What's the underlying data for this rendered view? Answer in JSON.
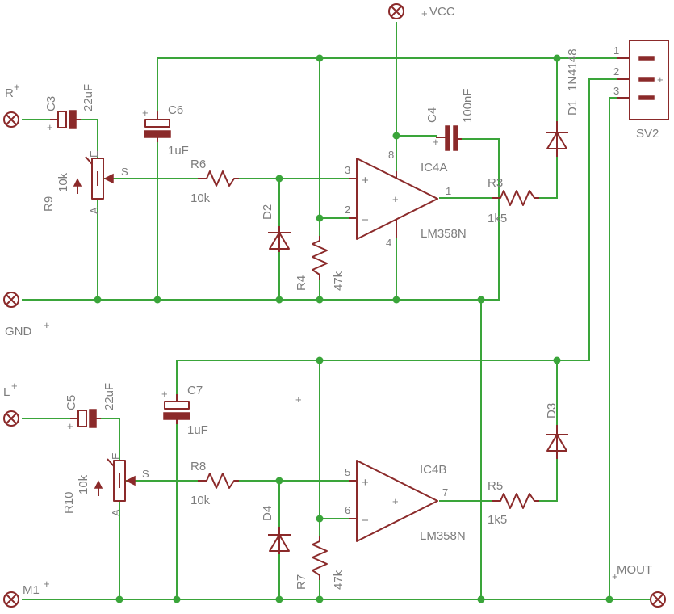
{
  "ports": {
    "vcc": "VCC",
    "r_in": "R",
    "gnd": "GND",
    "l_in": "L",
    "m1": "M1",
    "mout": "MOUT"
  },
  "components": {
    "C3": {
      "name": "C3",
      "value": "22uF"
    },
    "C5": {
      "name": "C5",
      "value": "22uF"
    },
    "C6": {
      "name": "C6",
      "value": "1uF"
    },
    "C7": {
      "name": "C7",
      "value": "1uF"
    },
    "C4": {
      "name": "C4",
      "value": "100nF"
    },
    "R9": {
      "name": "R9",
      "value": "10k"
    },
    "R10": {
      "name": "R10",
      "value": "10k"
    },
    "R6": {
      "name": "R6",
      "value": "10k"
    },
    "R8": {
      "name": "R8",
      "value": "10k"
    },
    "R4": {
      "name": "R4",
      "value": "47k"
    },
    "R7": {
      "name": "R7",
      "value": "47k"
    },
    "R3": {
      "name": "R3",
      "value": "1k5"
    },
    "R5": {
      "name": "R5",
      "value": "1k5"
    },
    "D1": {
      "name": "D1",
      "value": "1N4148"
    },
    "D2": {
      "name": "D2"
    },
    "D3": {
      "name": "D3"
    },
    "D4": {
      "name": "D4"
    },
    "IC4A": {
      "name": "IC4A",
      "value": "LM358N"
    },
    "IC4B": {
      "name": "IC4B",
      "value": "LM358N"
    },
    "SV2": {
      "name": "SV2"
    }
  },
  "pot_pins": {
    "e": "E",
    "a": "A",
    "s": "S"
  },
  "pins": {
    "ic4a_in_plus": "3",
    "ic4a_in_minus": "2",
    "ic4a_out": "1",
    "ic4a_vcc": "8",
    "ic4a_gnd": "4",
    "ic4b_in_plus": "5",
    "ic4b_in_minus": "6",
    "ic4b_out": "7",
    "sv2_1": "1",
    "sv2_2": "2",
    "sv2_3": "3"
  },
  "symbols": {
    "plus": "+",
    "minus": "−"
  },
  "colors": {
    "wire": "#3aa53a",
    "part": "#8b2a2a",
    "label": "#7d7d7d"
  }
}
